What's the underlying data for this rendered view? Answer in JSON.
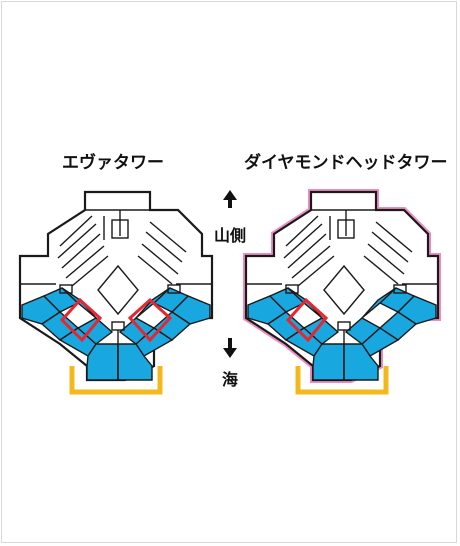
{
  "towers": [
    {
      "name": "エヴァタワー"
    },
    {
      "name": "ダイヤモンドヘッドタワー"
    }
  ],
  "directions": {
    "up_label": "山側",
    "down_label": "海"
  },
  "colors": {
    "room_fill": "#19a7e0",
    "highlight_room": "#e8262e",
    "outline_pink": "#ee8cc0",
    "base_yellow": "#f3b81c",
    "floor_outline": "#1a1a1a"
  },
  "icons": [
    "arrow-up-icon",
    "arrow-down-icon"
  ]
}
